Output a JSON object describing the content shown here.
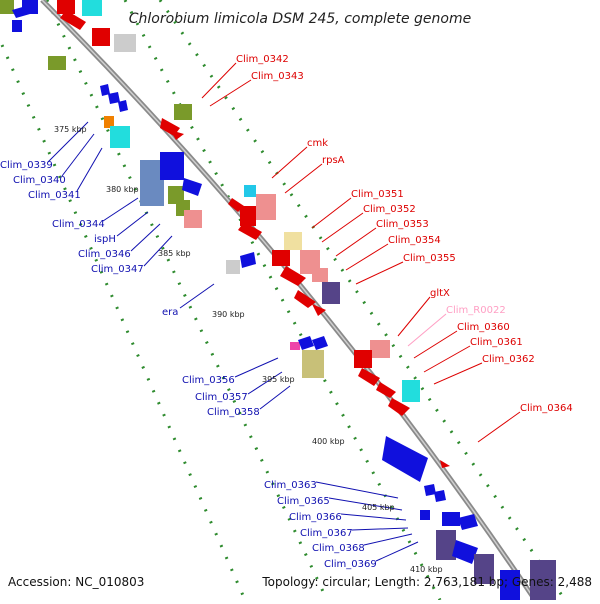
{
  "title": "Chlorobium limicola DSM 245, complete genome",
  "footer": {
    "accession": "Accession: NC_010803",
    "topology": "Topology: circular; Length: 2,763,181 bp; Genes: 2,488"
  },
  "colors": {
    "backbone": "#8a8a8a",
    "track_dots": "#2e8b2e",
    "forward_label": "#dd0000",
    "reverse_label": "#1010b0",
    "rna_label": "#ff9fc4"
  },
  "scale_ticks": [
    "375 kbp",
    "380 kbp",
    "385 kbp",
    "390 kbp",
    "395 kbp",
    "400 kbp",
    "405 kbp",
    "410 kbp"
  ],
  "labels_forward": [
    "Clim_0342",
    "Clim_0343",
    "cmk",
    "rpsA",
    "Clim_0351",
    "Clim_0352",
    "Clim_0353",
    "Clim_0354",
    "Clim_0355",
    "gltX",
    "Clim_R0022",
    "Clim_0360",
    "Clim_0361",
    "Clim_0362",
    "Clim_0364"
  ],
  "labels_reverse": [
    "Clim_0339",
    "Clim_0340",
    "Clim_0341",
    "Clim_0344",
    "ispH",
    "Clim_0346",
    "Clim_0347",
    "era",
    "Clim_0356",
    "Clim_0357",
    "Clim_0358",
    "Clim_0363",
    "Clim_0365",
    "Clim_0366",
    "Clim_0367",
    "Clim_0368",
    "Clim_0369"
  ]
}
